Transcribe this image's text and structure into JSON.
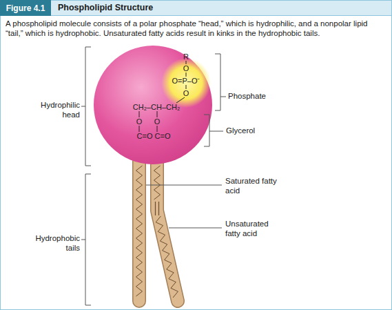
{
  "diagram": {
    "title": "Phospholipid Structure",
    "caption": "A phospholipid molecule consists of a polar phosphate “head,” which is hydrophilic, and a nonpolar lipid “tail,” which is hydrophobic. Unsaturated fatty acids result in kinks in the hydrophobic tails.",
    "nodes": [
      {
        "text": [
          "Figure 4.1"
        ]
      }
    ],
    "labels": [
      "Hydrophilic head",
      "Hydrophobic tails",
      "Phosphate",
      "Glycerol",
      "Saturated fatty acid",
      "Unsaturated fatty acid",
      "R",
      "O",
      "O=P–O⁻",
      "O",
      "CH₂–CH–CH₂",
      "O",
      "O",
      "C=O",
      "C=O"
    ]
  }
}
